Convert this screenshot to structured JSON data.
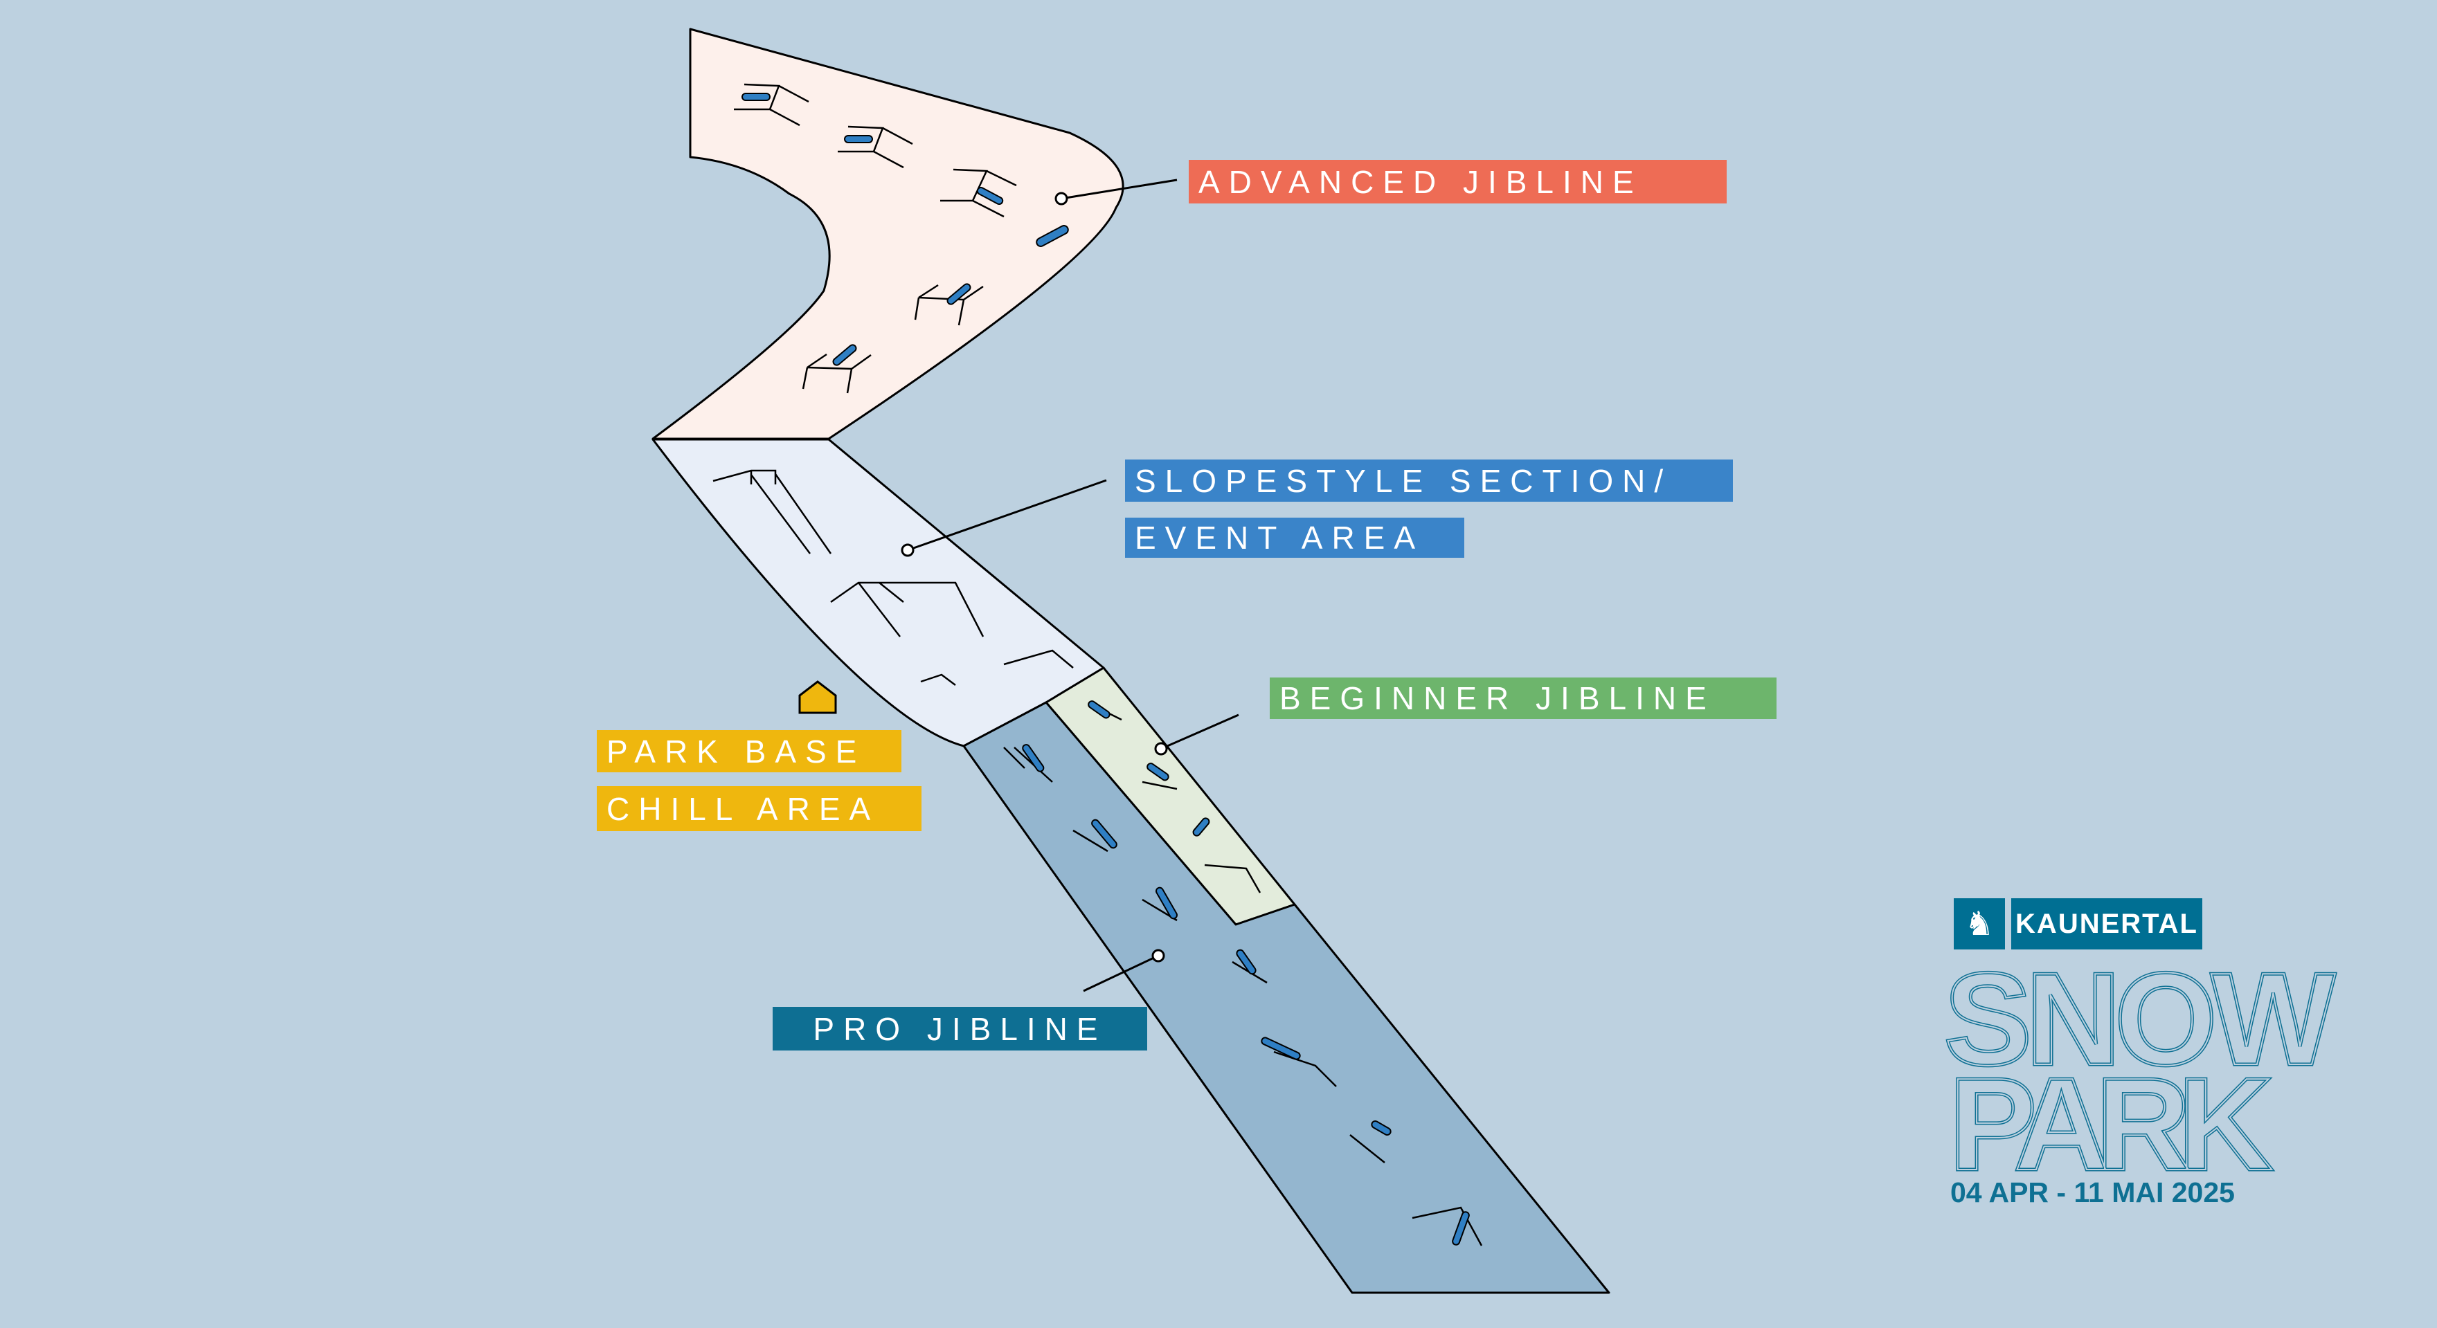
{
  "zones": {
    "advanced": {
      "label": "ADVANCED JIBLINE",
      "color": "#ee6c55"
    },
    "slopestyle": {
      "label_line1": "SLOPESTYLE SECTION/",
      "label_line2": "EVENT AREA",
      "color": "#3a84c9"
    },
    "beginner": {
      "label": "BEGINNER JIBLINE",
      "color": "#6db56c"
    },
    "park_base": {
      "label_line1": "PARK BASE",
      "label_line2": "CHILL AREA",
      "color": "#efb70e",
      "icon": "house-icon"
    },
    "pro": {
      "label": "PRO JIBLINE",
      "color": "#0e6f93"
    }
  },
  "logo": {
    "brand": "KAUNERTAL",
    "icon": "ibex-icon",
    "title_line1": "SNOW",
    "title_line2": "PARK",
    "dates": "04 APR - 11 MAI 2025"
  }
}
